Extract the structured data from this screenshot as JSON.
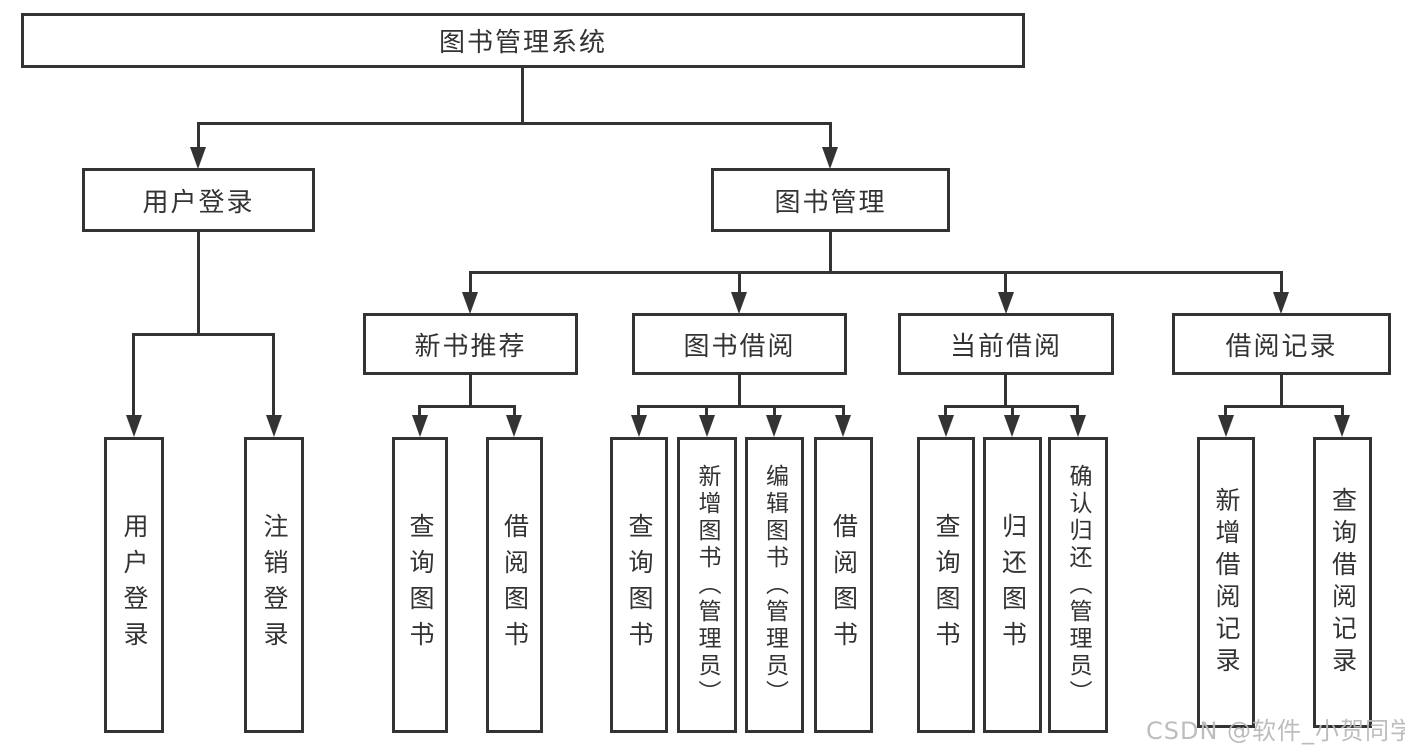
{
  "colors": {
    "line": "#333333",
    "box_border": "#333333",
    "text": "#333333",
    "background": "#ffffff",
    "watermark": "#b9b9b9"
  },
  "tree": {
    "root": {
      "label": "图书管理系统",
      "children": [
        {
          "label": "用户登录",
          "children": [
            {
              "label": "用户登录"
            },
            {
              "label": "注销登录"
            }
          ]
        },
        {
          "label": "图书管理",
          "children": [
            {
              "label": "新书推荐",
              "children": [
                {
                  "label": "查询图书"
                },
                {
                  "label": "借阅图书"
                }
              ]
            },
            {
              "label": "图书借阅",
              "children": [
                {
                  "label": "查询图书"
                },
                {
                  "label": "新增图书（管理员）"
                },
                {
                  "label": "编辑图书（管理员）"
                },
                {
                  "label": "借阅图书"
                }
              ]
            },
            {
              "label": "当前借阅",
              "children": [
                {
                  "label": "查询图书"
                },
                {
                  "label": "归还图书"
                },
                {
                  "label": "确认归还（管理员）"
                }
              ]
            },
            {
              "label": "借阅记录",
              "children": [
                {
                  "label": "新增借阅记录"
                },
                {
                  "label": "查询借阅记录"
                }
              ]
            }
          ]
        }
      ]
    }
  },
  "watermark": {
    "text": "CSDN @软件_小贺同学"
  }
}
